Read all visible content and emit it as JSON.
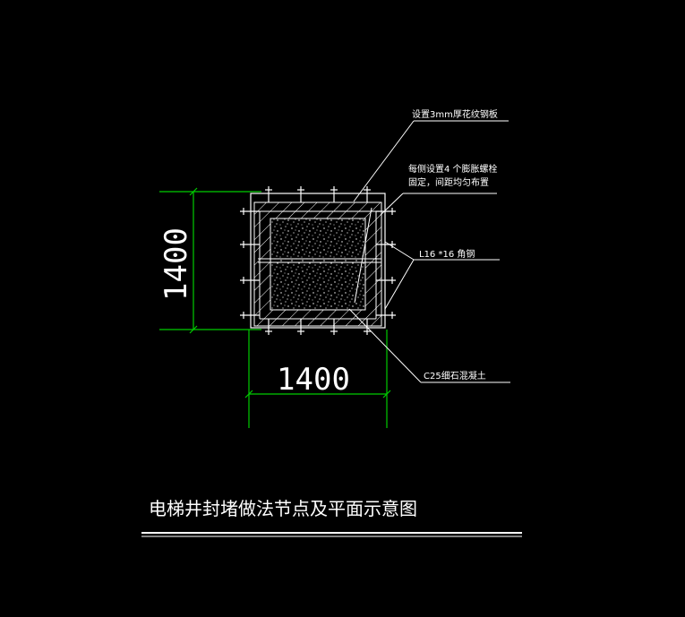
{
  "drawing": {
    "dimensions": {
      "width_label": "1400",
      "height_label": "1400"
    },
    "annotations": {
      "steel_plate": "设置3mm厚花纹钢板",
      "bolts_line1": "每侧设置4 个膨胀螺栓",
      "bolts_line2": "固定，间距均匀布置",
      "angle_steel": "L16 *16 角钢",
      "concrete": "C25细石混凝土"
    },
    "title": "电梯井封堵做法节点及平面示意图"
  },
  "colors": {
    "background": "#000000",
    "dimension_lines": "#00cc00",
    "linework": "#ffffff",
    "leaders": "#ffffff"
  }
}
